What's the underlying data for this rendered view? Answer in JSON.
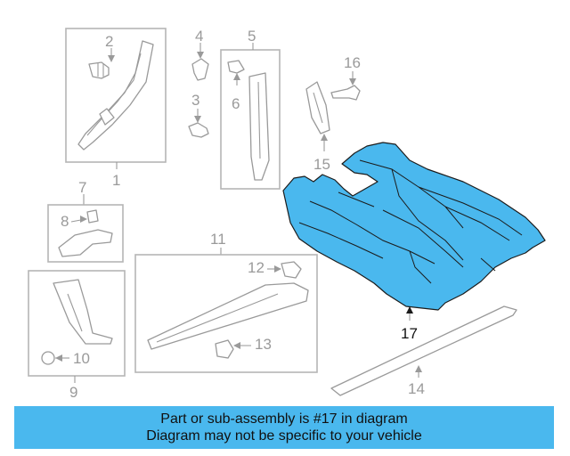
{
  "callouts": {
    "c1": "1",
    "c2": "2",
    "c3": "3",
    "c4": "4",
    "c5": "5",
    "c6": "6",
    "c7": "7",
    "c8": "8",
    "c9": "9",
    "c10": "10",
    "c11": "11",
    "c12": "12",
    "c13": "13",
    "c14": "14",
    "c15": "15",
    "c16": "16",
    "c17": "17"
  },
  "highlight_color": "#4ab8ee",
  "banner": {
    "line1": "Part or sub-assembly is #17 in diagram",
    "line2": "Diagram may not be specific to your vehicle"
  }
}
